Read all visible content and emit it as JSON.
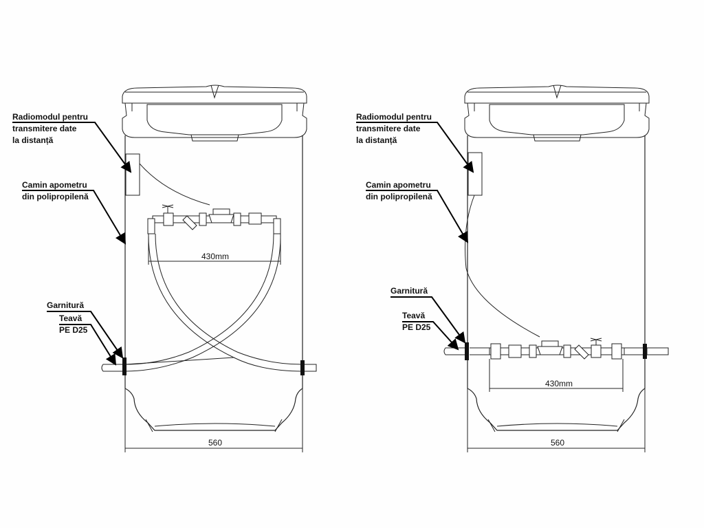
{
  "left": {
    "labels": {
      "radiomodule": [
        "Radiomodul pentru",
        "transmitere date",
        "la distanță"
      ],
      "chamber": [
        "Camin apometru",
        "din polipropilenă"
      ],
      "gasket": "Garnitură",
      "pipe": [
        "Teavă",
        "PE D25"
      ]
    },
    "dim_inner": "430mm",
    "dim_width": "560"
  },
  "right": {
    "labels": {
      "radiomodule": [
        "Radiomodul pentru",
        "transmitere date",
        "la distanță"
      ],
      "chamber": [
        "Camin apometru",
        "din polipropilenă"
      ],
      "gasket": "Garnitură",
      "pipe": [
        "Teavă",
        "PE D25"
      ]
    },
    "dim_inner": "430mm",
    "dim_width": "560"
  }
}
